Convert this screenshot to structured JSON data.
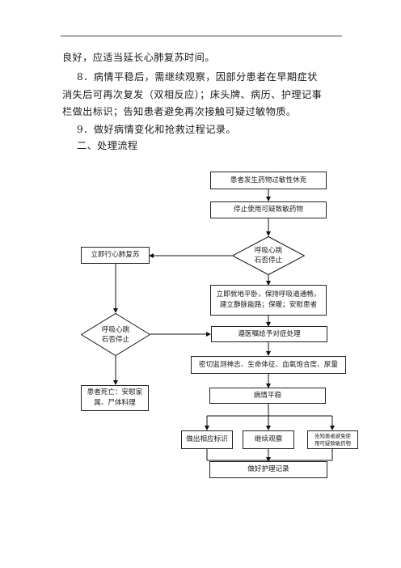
{
  "text": {
    "line1": "良好，应适当延长心肺复苏时间。",
    "line2": "8．病情平稳后，需继续观察，因部分患者在早期症状",
    "line3": "消失后可再次复发（双相反应）；床头牌、病历、护理记事",
    "line4": "栏做出标识；告知患者避免再次接触可疑过敏物质。",
    "line5": "9．做好病情变化和抢救过程记录。",
    "heading": "二、处理流程"
  },
  "flow": {
    "start": "患者发生药物过敏性休克",
    "stop_drug": "停止使用可疑致敏药物",
    "check1_line1": "呼吸心跳",
    "check1_line2": "石否停止",
    "cpr": "立即行心肺复苏",
    "first_aid_line1": "立即就地平卧，保持呼吸道通畅，",
    "first_aid_line2": "建立静脉能路；保暖；安慰患者",
    "check2_line1": "呼吸心跳",
    "check2_line2": "石否停止",
    "treat": "遵医嘱给予对症处理",
    "monitor": "密切监测神志、生命体征、血氧饱合度、尿量",
    "death_line1": "患者死亡：安慰家",
    "death_line2": "属、尸体料理",
    "stable": "病情平稳",
    "mark": "做出相应标识",
    "observe": "继续观察",
    "inform_line1": "告知患者避免使",
    "inform_line2": "用可疑致敏药物",
    "record": "做好护理记录"
  }
}
